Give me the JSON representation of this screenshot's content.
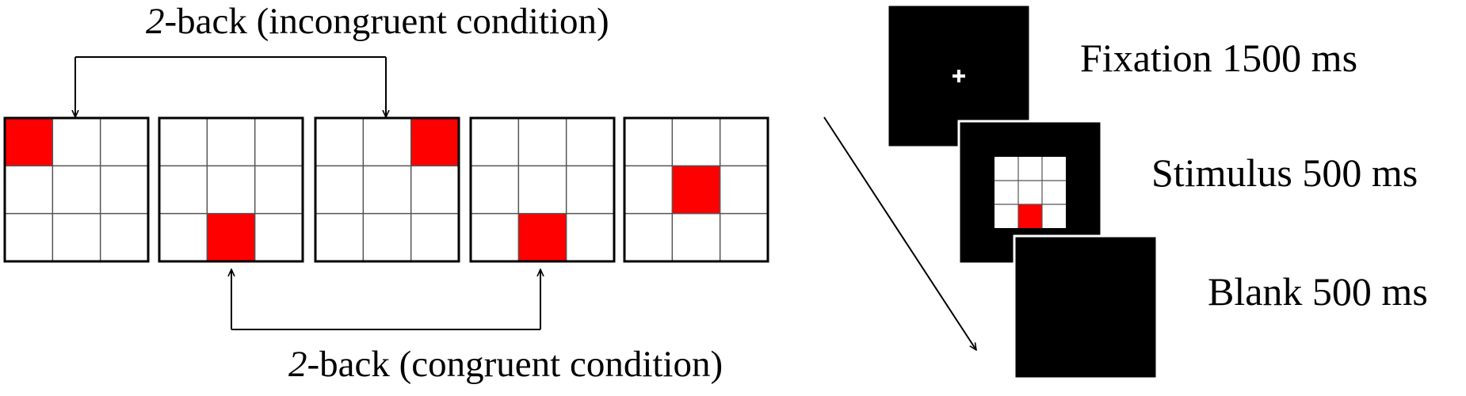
{
  "labels": {
    "incongruent": {
      "italic": "2",
      "rest": "-back (incongruent condition)"
    },
    "congruent": {
      "italic": "2",
      "rest": "-back (congruent condition)"
    }
  },
  "sequence": [
    {
      "highlight": [
        0,
        0
      ]
    },
    {
      "highlight": [
        2,
        1
      ]
    },
    {
      "highlight": [
        0,
        2
      ]
    },
    {
      "highlight": [
        2,
        1
      ]
    },
    {
      "highlight": [
        1,
        1
      ]
    }
  ],
  "trial": [
    {
      "name": "fixation",
      "label": "Fixation 1500 ms",
      "content": "fixation-cross"
    },
    {
      "name": "stimulus",
      "label": "Stimulus 500 ms",
      "content": "grid",
      "highlight": [
        2,
        1
      ]
    },
    {
      "name": "blank",
      "label": "Blank 500 ms",
      "content": "none"
    }
  ],
  "colors": {
    "highlight": "#ff0000",
    "grid_line": "#555555",
    "frame": "#000000",
    "screen": "#000000",
    "cross": "#ffffff"
  }
}
